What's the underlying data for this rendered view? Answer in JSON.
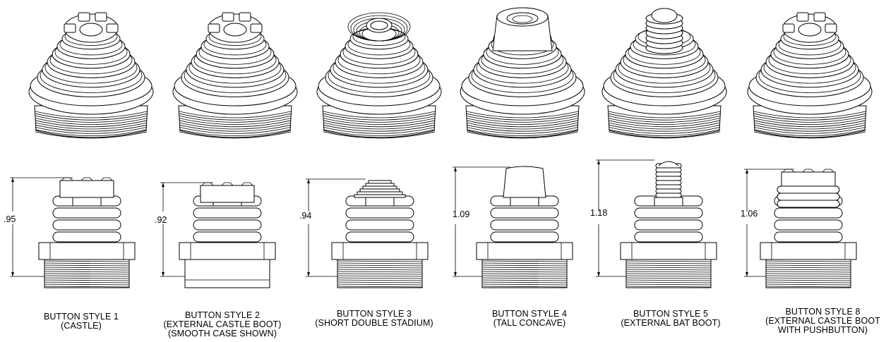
{
  "buttons": [
    {
      "name": "BUTTON STYLE 1",
      "desc": "(CASTLE)",
      "desc2": "",
      "height": ".95"
    },
    {
      "name": "BUTTON STYLE 2",
      "desc": "(EXTERNAL CASTLE BOOT)",
      "desc2": "(SMOOTH CASE SHOWN)",
      "height": ".92"
    },
    {
      "name": "BUTTON STYLE 3",
      "desc": "(SHORT DOUBLE STADIUM)",
      "desc2": "",
      "height": ".94"
    },
    {
      "name": "BUTTON STYLE 4",
      "desc": "(TALL CONCAVE)",
      "desc2": "",
      "height": "1.09"
    },
    {
      "name": "BUTTON STYLE 5",
      "desc": "(EXTERNAL BAT BOOT)",
      "desc2": "",
      "height": "1.18"
    },
    {
      "name": "BUTTON STYLE 8",
      "desc": "(EXTERNAL CASTLE BOOT",
      "desc2": "WITH PUSHBUTTON)",
      "height": "1.06"
    }
  ]
}
